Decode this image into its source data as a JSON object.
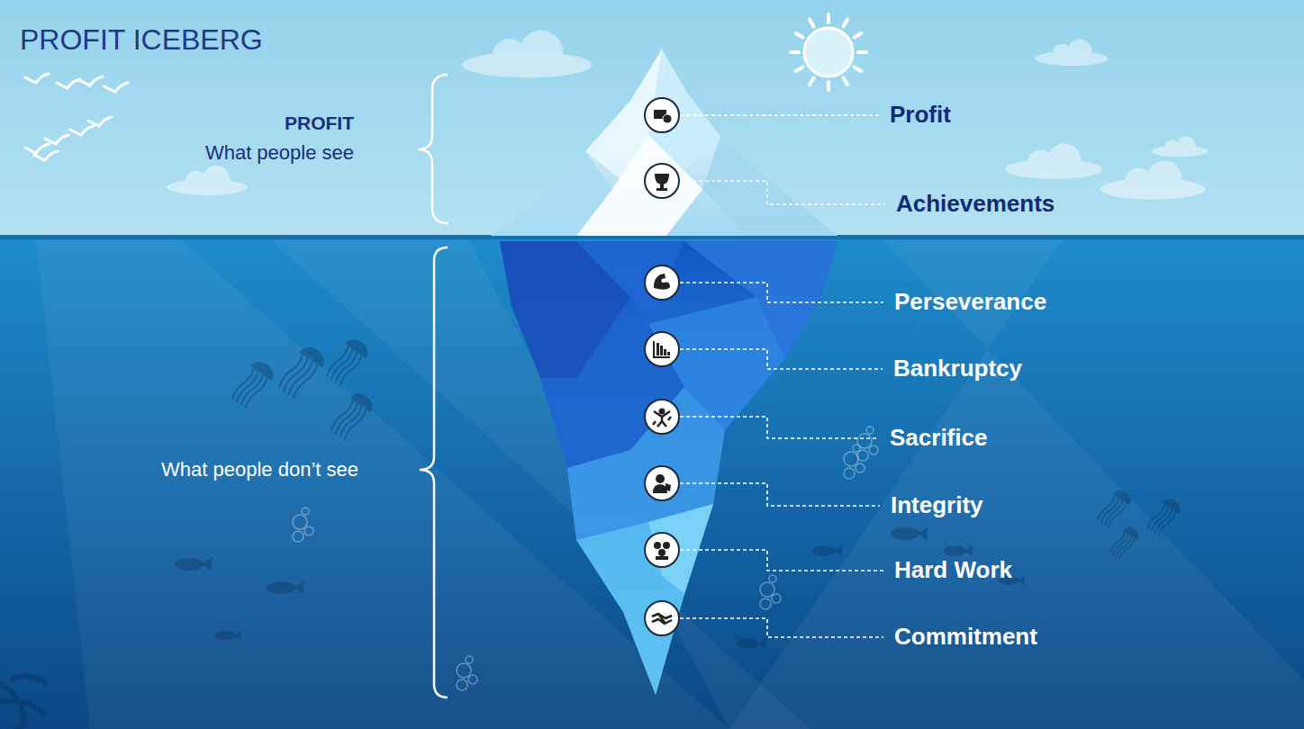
{
  "diagram": {
    "title": "PROFIT ICEBERG",
    "labels": [
      "PROFIT",
      "What people see",
      "What people don’t see",
      "Profit",
      "Achievements",
      "Perseverance",
      "Bankruptcy",
      "Sacrifice",
      "Integrity",
      "Hard Work",
      "Commitment"
    ]
  }
}
